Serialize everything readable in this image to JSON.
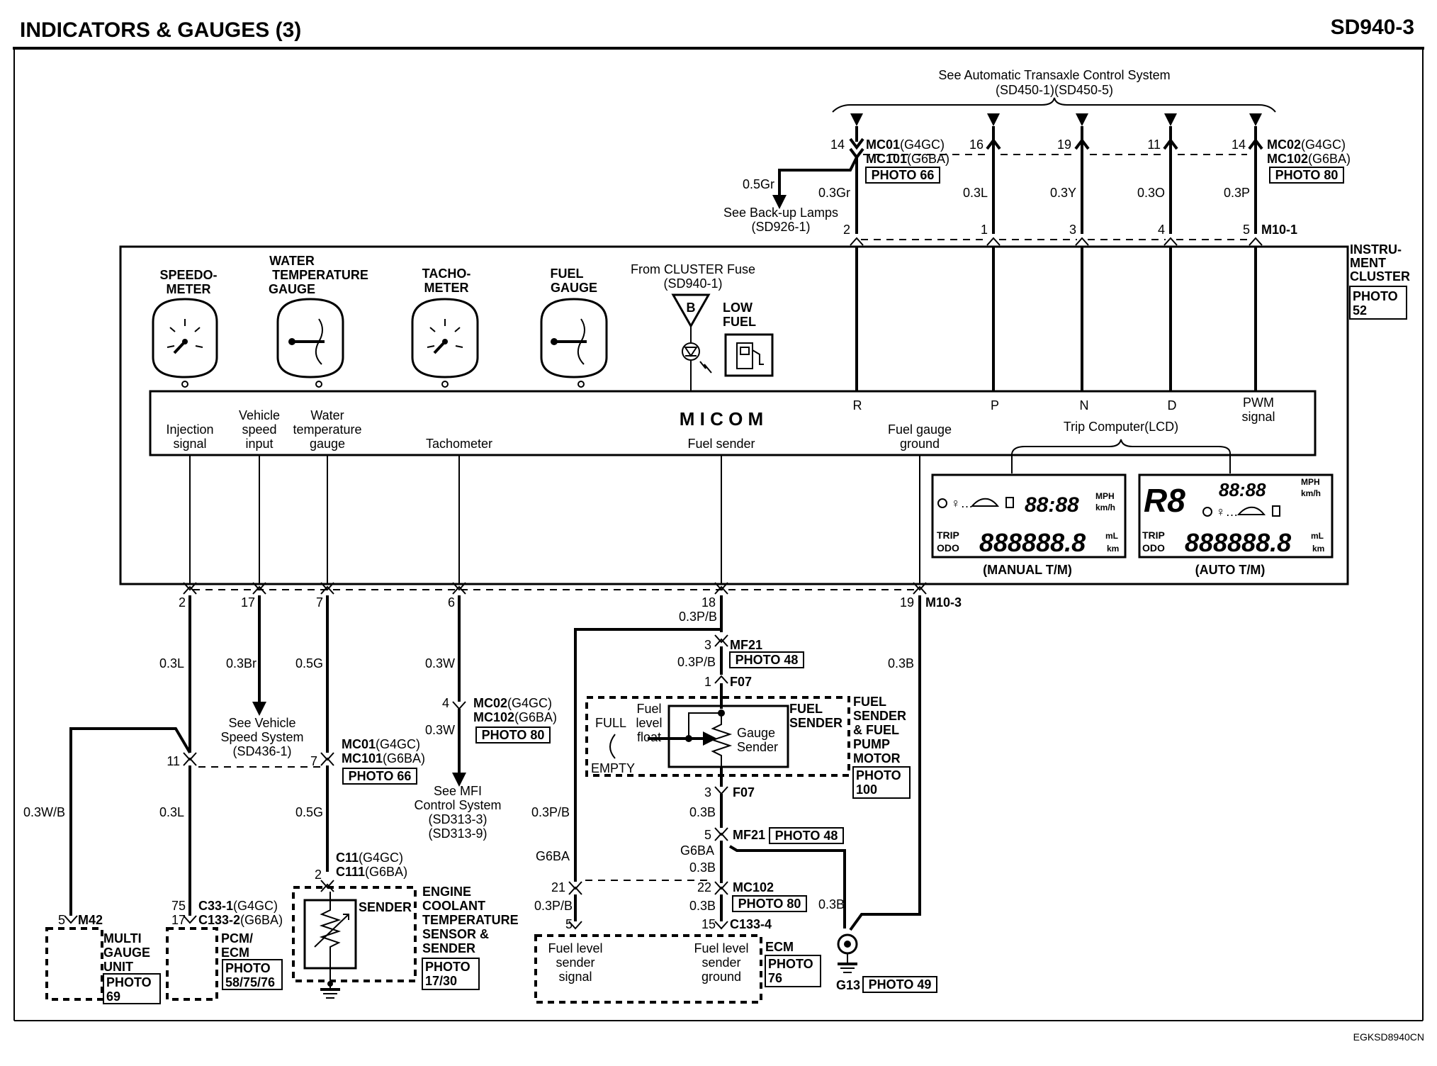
{
  "header": {
    "title": "INDICATORS & GAUGES (3)",
    "code": "SD940-3"
  },
  "footer": {
    "code": "EGKSD8940CN"
  },
  "top": {
    "see_atcs_1": "See Automatic Transaxle Control System",
    "see_atcs_2": "(SD450-1)(SD450-5)",
    "mc01_name": "MC01",
    "mc01_var": "(G4GC)",
    "mc101_name": "MC101",
    "mc101_var": "(G6BA)",
    "mc02_name": "MC02",
    "mc02_var": "(G4GC)",
    "mc102_name": "MC102",
    "mc102_var": "(G6BA)",
    "photo66": "PHOTO 66",
    "photo80": "PHOTO 80",
    "pins": [
      "14",
      "16",
      "19",
      "11",
      "14"
    ],
    "wires": [
      "0.3Gr",
      "0.3L",
      "0.3Y",
      "0.3O",
      "0.3P"
    ],
    "bottom_pins": [
      "2",
      "1",
      "3",
      "4",
      "5"
    ],
    "m10_1": "M10-1",
    "backup_wire": "0.5Gr",
    "backup_1": "See Back-up Lamps",
    "backup_2": "(SD926-1)"
  },
  "cluster": {
    "label": [
      "INSTRU-",
      "MENT",
      "CLUSTER"
    ],
    "photo": [
      "PHOTO",
      "52"
    ],
    "gauges": [
      {
        "l1": "SPEEDO-",
        "l2": "METER",
        "l3": ""
      },
      {
        "l1": "WATER",
        "l2": "TEMPERATURE",
        "l3": "GAUGE"
      },
      {
        "l1": "TACHO-",
        "l2": "METER",
        "l3": ""
      },
      {
        "l1": "FUEL",
        "l2": "GAUGE",
        "l3": ""
      }
    ],
    "fuse_1": "From CLUSTER Fuse",
    "fuse_2": "(SD940-1)",
    "fuse_letter": "B",
    "low_fuel_1": "LOW",
    "low_fuel_2": "FUEL",
    "micom": "M I C O M",
    "signals": [
      {
        "l1": "Injection",
        "l2": "signal"
      },
      {
        "l1": "Vehicle",
        "l2": "speed",
        "l3": "input"
      },
      {
        "l1": "Water",
        "l2": "temperature",
        "l3": "gauge"
      },
      {
        "l1": "Tachometer"
      },
      {
        "l1": "Fuel sender"
      },
      {
        "l1": "Fuel gauge",
        "l2": "ground"
      }
    ],
    "gear": [
      "R",
      "P",
      "N",
      "D"
    ],
    "pwm_1": "PWM",
    "pwm_2": "signal",
    "trip_computer": "Trip Computer(LCD)",
    "manual_tm": "(MANUAL T/M)",
    "auto_tm": "(AUTO T/M)",
    "lcd_mph": "MPH",
    "lcd_kmh": "km/h",
    "lcd_trip": "TRIP",
    "lcd_odo": "ODO",
    "lcd_ml": "mL",
    "lcd_km": "km"
  },
  "m10_3": {
    "name": "M10-3",
    "pins": [
      "2",
      "17",
      "7",
      "6",
      "18",
      "19"
    ],
    "wires": [
      "0.3L",
      "0.3Br",
      "0.5G",
      "0.3W",
      "0.3P/B",
      "0.3B"
    ]
  },
  "lower": {
    "see_vss_1": "See Vehicle",
    "see_vss_2": "Speed System",
    "see_vss_3": "(SD436-1)",
    "mc01_pin_11": "11",
    "mc01_pin_7": "7",
    "mc02_pin_4": "4",
    "mc02_wire": "0.3W",
    "see_mfi_1": "See MFI",
    "see_mfi_2": "Control System",
    "see_mfi_3": "(SD313-3)",
    "see_mfi_4": "(SD313-9)",
    "w_03wb": "0.3W/B",
    "w_03l": "0.3L",
    "w_05g": "0.5G",
    "c11_pin": "2",
    "c11_name": "C11",
    "c11_var": "(G4GC)",
    "c111_name": "C111",
    "c111_var": "(G6BA)",
    "ect_title": [
      "ENGINE",
      "COOLANT",
      "TEMPERATURE",
      "SENSOR &",
      "SENDER"
    ],
    "ect_sender": "SENDER",
    "ect_photo": [
      "PHOTO",
      "17/30"
    ],
    "m42_pin": "5",
    "m42_name": "M42",
    "mgu_title": [
      "MULTI",
      "GAUGE",
      "UNIT"
    ],
    "mgu_photo": [
      "PHOTO",
      "69"
    ],
    "pcm_pins": [
      "75",
      "17"
    ],
    "c33_name": "C33-1",
    "c33_var": "(G4GC)",
    "c133_name": "C133-2",
    "c133_var": "(G6BA)",
    "pcm_title": [
      "PCM/",
      "ECM"
    ],
    "pcm_photo": [
      "PHOTO",
      "58/75/76"
    ],
    "mf21_pin_top": "3",
    "mf21_name": "MF21",
    "mf21_wire_top": "0.3P/B",
    "photo48": "PHOTO 48",
    "f07_pin_top": "1",
    "f07_name": "F07",
    "fuel_sender_title": [
      "FUEL",
      "SENDER"
    ],
    "fuel_pump_title": [
      "FUEL",
      "SENDER",
      "& FUEL",
      "PUMP",
      "MOTOR"
    ],
    "fuel_pump_photo": [
      "PHOTO",
      "100"
    ],
    "full": "FULL",
    "empty": "EMPTY",
    "float_1": "Fuel",
    "float_2": "level",
    "float_3": "float",
    "gauge_sender_1": "Gauge",
    "gauge_sender_2": "Sender",
    "f07_pin_bot": "3",
    "w_03b": "0.3B",
    "mf21_pin_bot": "5",
    "g6ba": "G6BA",
    "w_03pb": "0.3P/B",
    "mc102_pin_a": "21",
    "mc102_pin_b": "22",
    "c1334_pin_a": "5",
    "c1334_pin_b": "15",
    "c1334_name": "C133-4",
    "ecm_sig_1": "Fuel level",
    "ecm_sig_2": "sender",
    "ecm_sig_3": "signal",
    "ecm_gnd_1": "Fuel level",
    "ecm_gnd_2": "sender",
    "ecm_gnd_3": "ground",
    "ecm_title": "ECM",
    "ecm_photo": [
      "PHOTO",
      "76"
    ],
    "g13": "G13",
    "photo49": "PHOTO 49"
  }
}
